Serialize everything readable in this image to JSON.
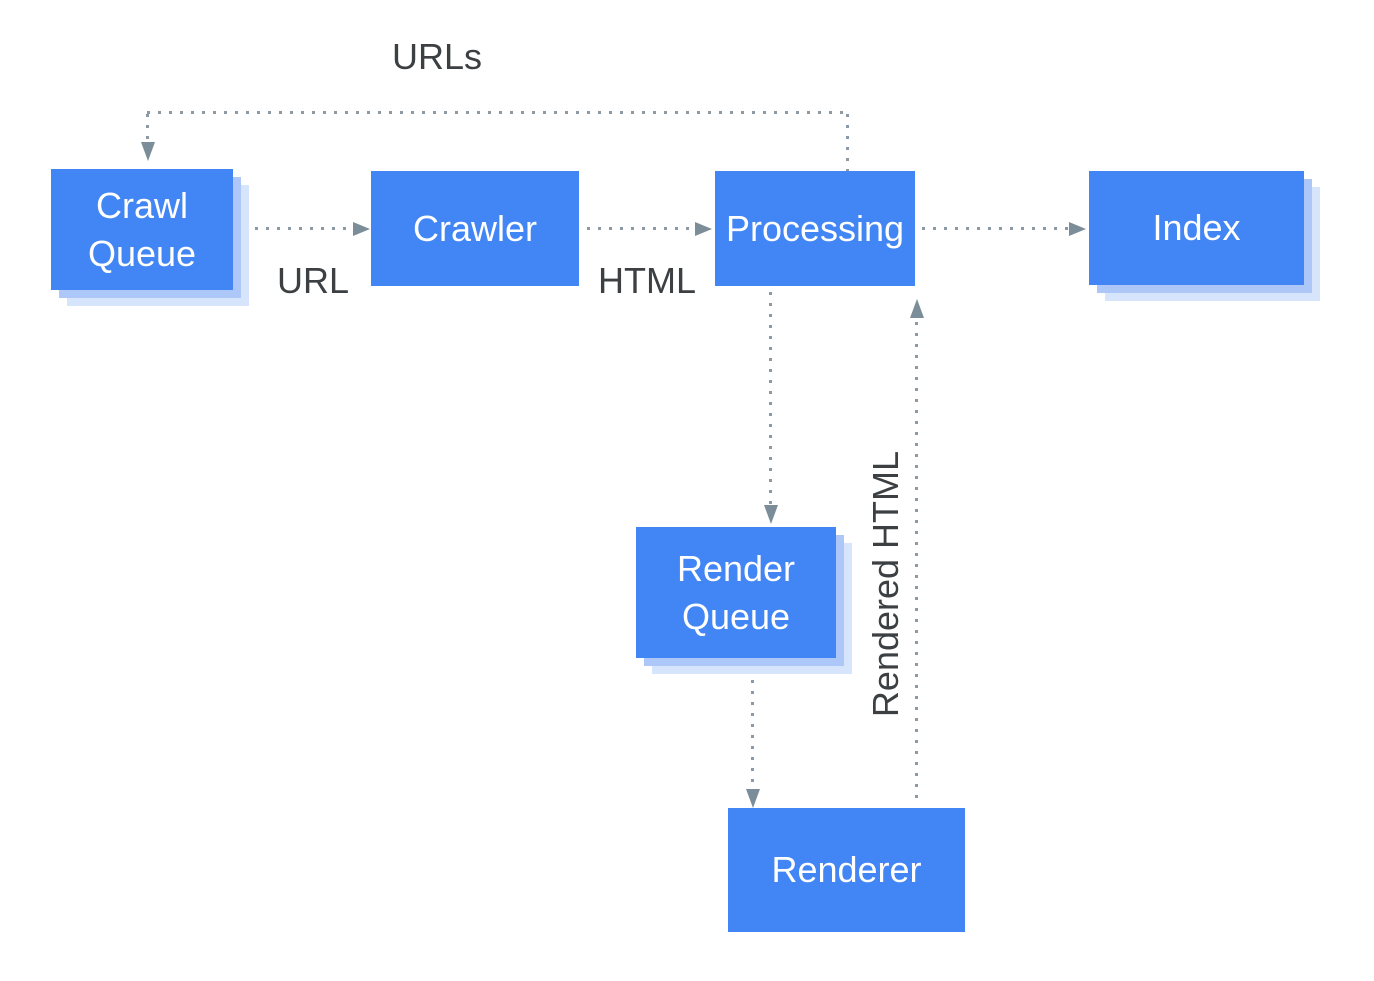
{
  "colors": {
    "background": "#ffffff",
    "box_blue": "#4285f4",
    "box_text": "#ffffff",
    "shadow_inner": "#adc8f8",
    "shadow_outer": "#d6e4fc",
    "line_gray": "#8b9aa5",
    "arrow_gray": "#7b8d99",
    "label_dark": "#3c4043"
  },
  "nodes": {
    "crawl_queue": {
      "label": "Crawl Queue"
    },
    "crawler": {
      "label": "Crawler"
    },
    "processing": {
      "label": "Processing"
    },
    "index": {
      "label": "Index"
    },
    "render_queue": {
      "label": "Render Queue"
    },
    "renderer": {
      "label": "Renderer"
    }
  },
  "edge_labels": {
    "urls": "URLs",
    "url": "URL",
    "html": "HTML",
    "rendered_html": "Rendered HTML"
  }
}
